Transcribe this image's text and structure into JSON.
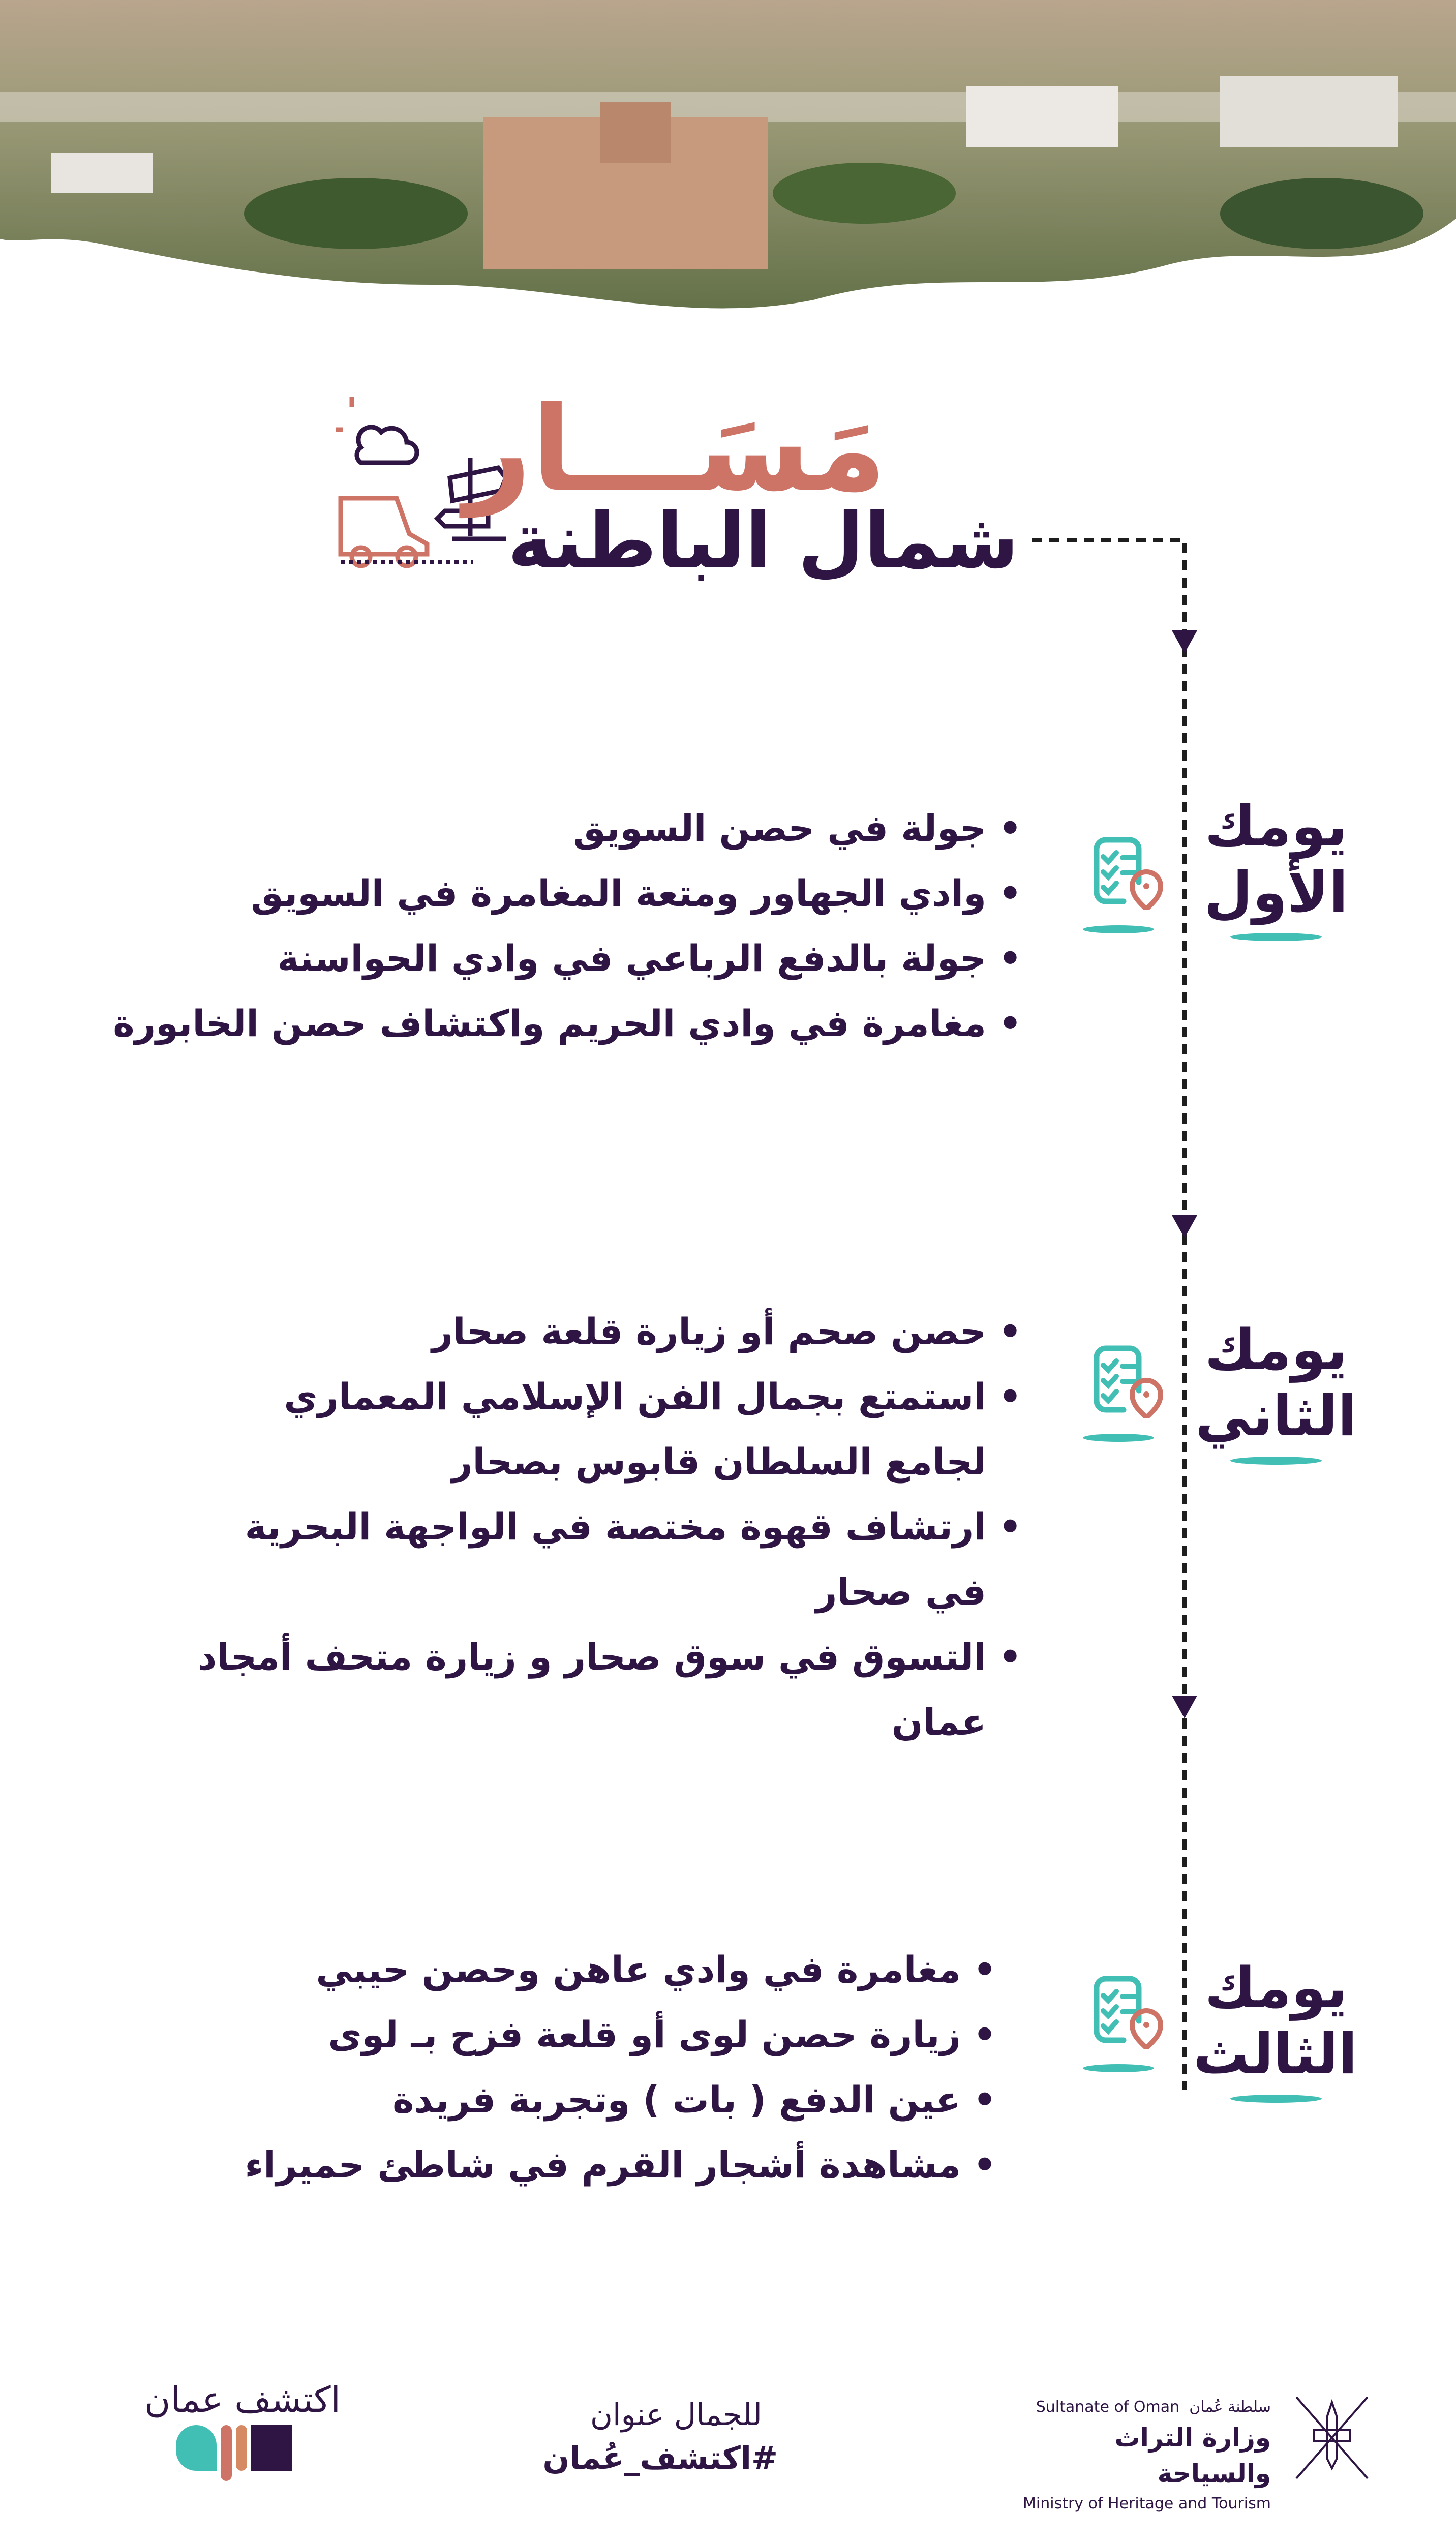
{
  "header": {
    "title": "مَسَـــار",
    "subtitle": "شمال الباطنة"
  },
  "colors": {
    "primary": "#2e1543",
    "accent": "#cd7466",
    "teal": "#41bfb4"
  },
  "days": [
    {
      "title_line1": "يومك",
      "title_line2": "الأول",
      "icon": "checklist-location-icon",
      "items": [
        [
          "جولة في حصن السويق"
        ],
        [
          "وادي الجهاور ومتعة المغامرة في السويق"
        ],
        [
          "جولة بالدفع الرباعي في وادي الحواسنة"
        ],
        [
          "مغامرة في وادي الحريم واكتشاف حصن الخابورة"
        ]
      ]
    },
    {
      "title_line1": "يومك",
      "title_line2": "الثاني",
      "icon": "checklist-location-icon",
      "items": [
        [
          "حصن صحم أو زيارة قلعة صحار"
        ],
        [
          "استمتع بجمال الفن الإسلامي المعماري",
          "لجامع السلطان قابوس بصحار"
        ],
        [
          "ارتشاف قهوة مختصة في الواجهة البحرية",
          "في صحار"
        ],
        [
          "التسوق في سوق صحار و زيارة متحف أمجاد",
          "عمان"
        ]
      ]
    },
    {
      "title_line1": "يومك",
      "title_line2": "الثالث",
      "icon": "checklist-location-icon",
      "items": [
        [
          "مغامرة في وادي عاهن وحصن حيبي"
        ],
        [
          "زيارة حصن لوى أو قلعة فزح بـ لوى"
        ],
        [
          "عين الدفع ( بات ) وتجربة فريدة"
        ],
        [
          "مشاهدة أشجار القرم في شاطئ حميراء"
        ]
      ]
    }
  ],
  "footer": {
    "ministry_ar_top": "سلطنة عُمان",
    "ministry_en_top": "Sultanate of Oman",
    "ministry_ar": "وزارة التراث والسياحة",
    "ministry_en": "Ministry of Heritage and Tourism",
    "slogan": "للجمال عنوان",
    "hashtag": "#اكتشف_عُمان",
    "brand_logo_text": "اكتشف عمان"
  }
}
